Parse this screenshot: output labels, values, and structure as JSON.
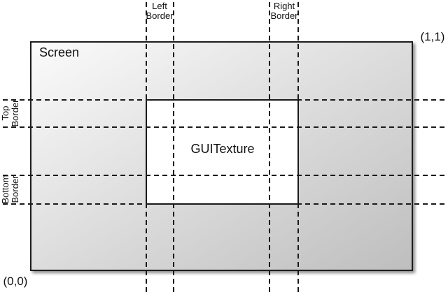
{
  "diagram": {
    "screen_label": "Screen",
    "guitexture_label": "GUITexture",
    "corner_top_right": "(1,1)",
    "corner_bottom_left": "(0,0)",
    "borders": {
      "left": {
        "line1": "Left",
        "line2": "Border"
      },
      "right": {
        "line1": "Right",
        "line2": "Border"
      },
      "top": {
        "line1": "Top",
        "line2": "Border"
      },
      "bottom": {
        "line1": "Bottom",
        "line2": "Border"
      }
    },
    "colors": {
      "gradient_start": "#fbfbfb",
      "gradient_end": "#bebebe",
      "line": "#1a1a1a",
      "guitexture_fill": "#ffffff",
      "text": "#111111",
      "background": "#ffffff"
    }
  }
}
